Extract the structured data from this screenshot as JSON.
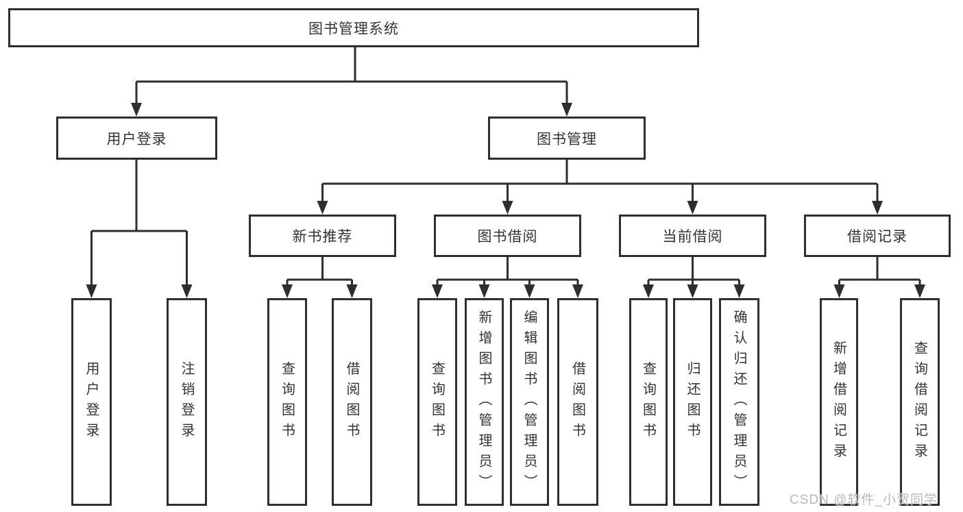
{
  "diagram": {
    "title": "图书管理系统",
    "root": {
      "label": "图书管理系统"
    },
    "level2": [
      {
        "id": "user-login",
        "label": "用户登录"
      },
      {
        "id": "book-management",
        "label": "图书管理"
      }
    ],
    "level3": [
      {
        "id": "new-book-recommend",
        "label": "新书推荐"
      },
      {
        "id": "book-borrow",
        "label": "图书借阅"
      },
      {
        "id": "current-borrow",
        "label": "当前借阅"
      },
      {
        "id": "borrow-records",
        "label": "借阅记录"
      }
    ],
    "leaves": {
      "user_login": [
        "用户登录",
        "注销登录"
      ],
      "new_book": [
        "查询图书",
        "借阅图书"
      ],
      "borrow": [
        "查询图书",
        "新增图书（管理员）",
        "编辑图书（管理员）",
        "借阅图书"
      ],
      "current": [
        "查询图书",
        "归还图书",
        "确认归还（管理员）"
      ],
      "records": [
        "新增借阅记录",
        "查询借阅记录"
      ]
    }
  },
  "watermark": "CSDN @软件_小贺同学",
  "colors": {
    "line": "#2e2e2e",
    "text": "#333333",
    "watermark": "#b8b8b8",
    "bg": "#ffffff"
  }
}
